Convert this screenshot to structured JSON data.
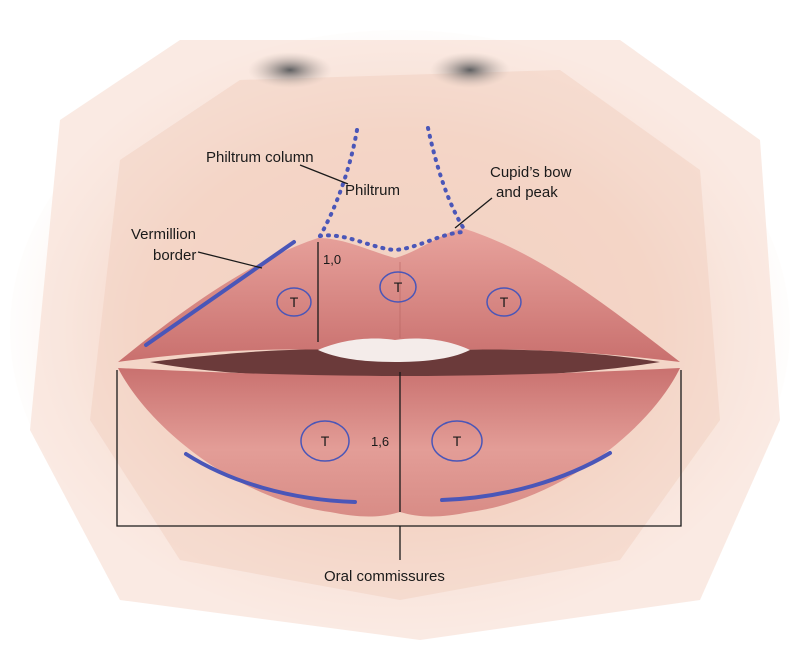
{
  "labels": {
    "philtrum_column": "Philtrum column",
    "philtrum": "Philtrum",
    "cupids_bow_line1": "Cupid’s bow",
    "cupids_bow_line2": "and peak",
    "vermillion_line1": "Vermillion",
    "vermillion_line2": "border",
    "oral_commissures": "Oral commissures"
  },
  "measurements": {
    "upper_lip_height": "1,0",
    "lower_lip_height": "1,6"
  },
  "markers": {
    "t": "T"
  },
  "colors": {
    "annotation_blue": "#4a56b8",
    "line_black": "#1a1a1a",
    "lip_base": "#d98a86",
    "skin": "#f3d6c8"
  }
}
